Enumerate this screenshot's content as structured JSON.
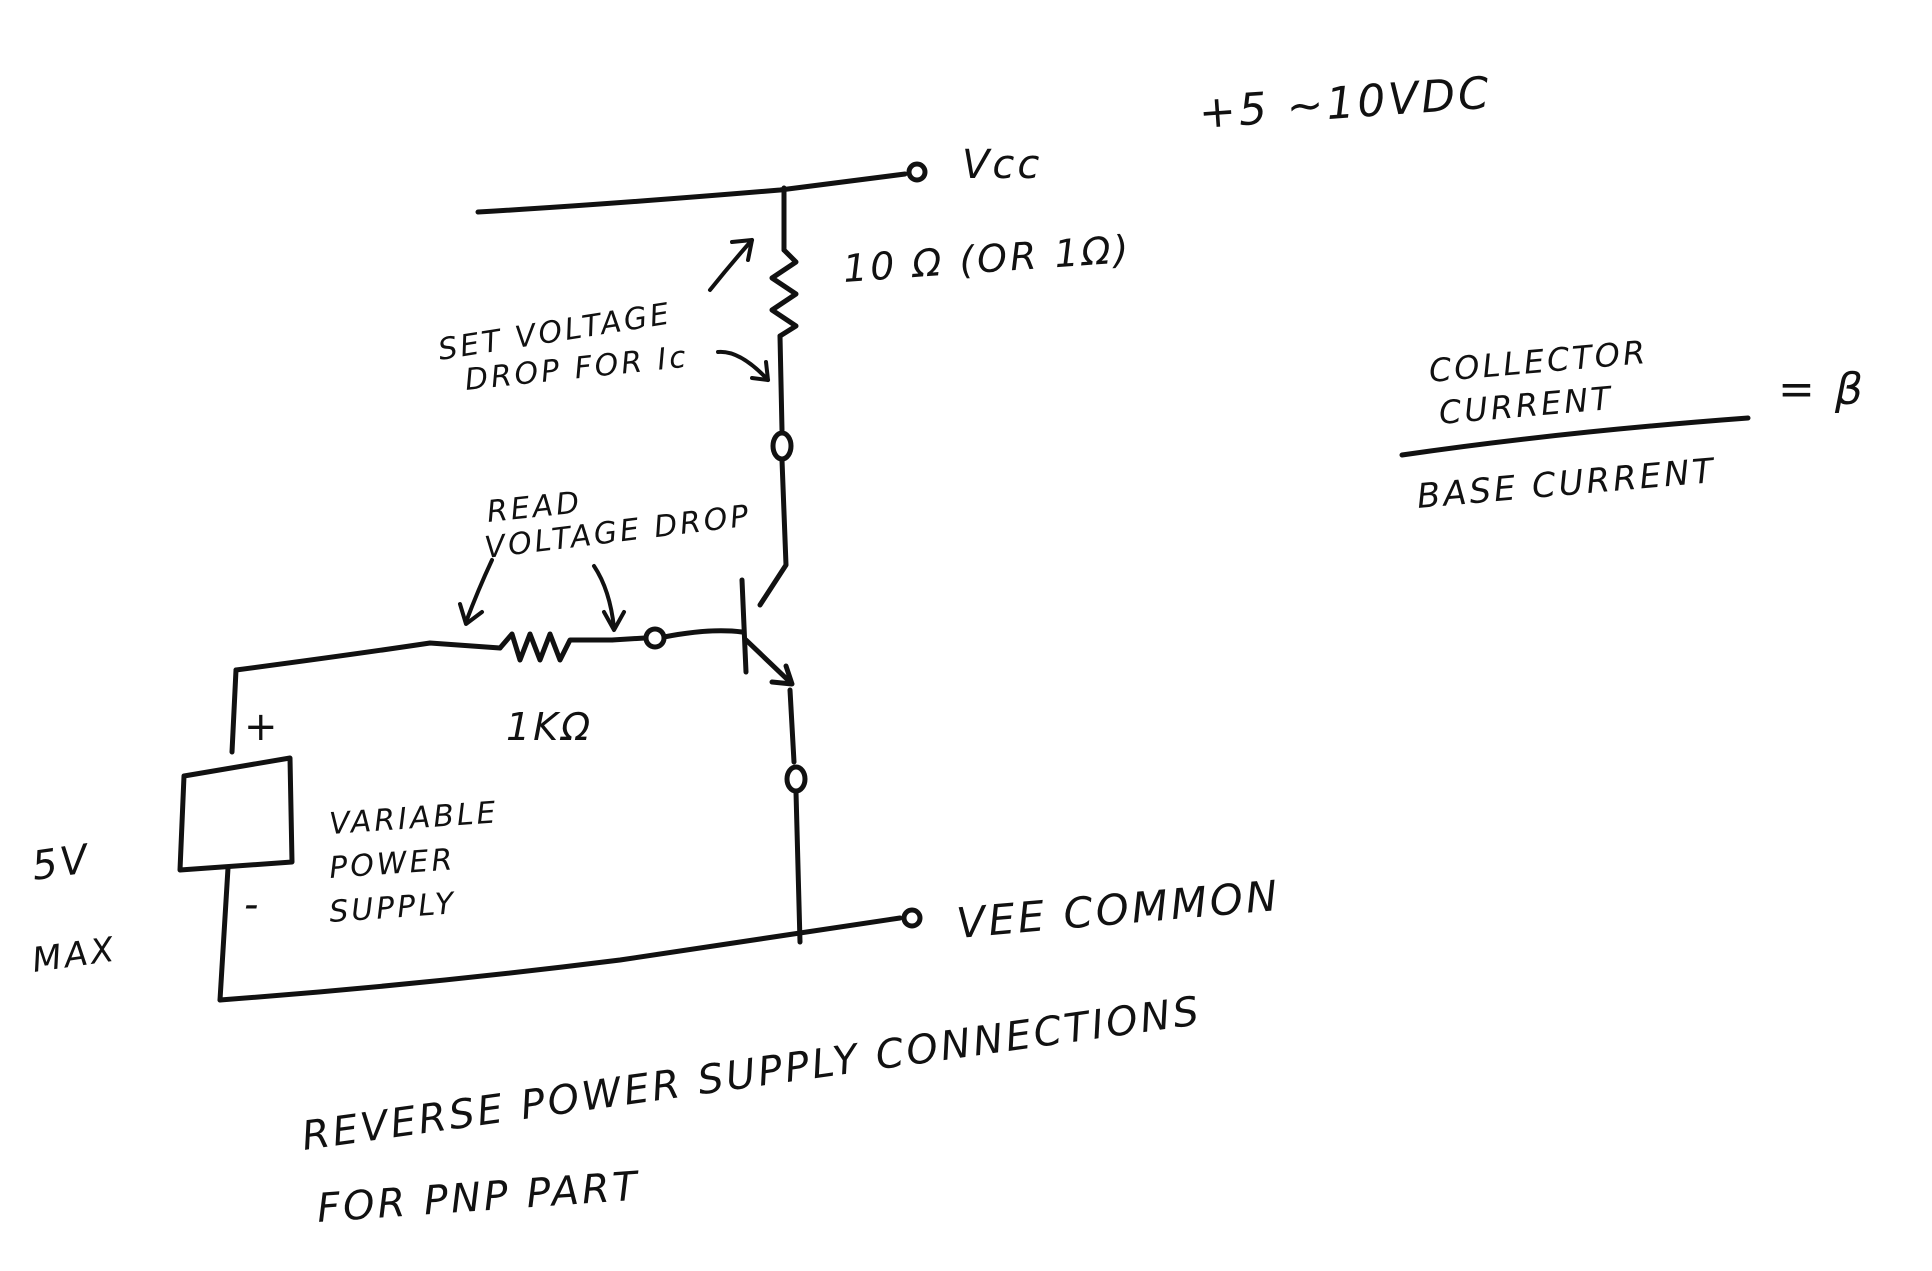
{
  "labels": {
    "vcc": "Vcc",
    "vcc_range": "+5 ~10VDC",
    "r_collector": "10 Ω (OR 1Ω)",
    "set_drop_1": "SET VOLTAGE",
    "set_drop_2": "DROP FOR Ic",
    "read_drop_1": "READ",
    "read_drop_2": "VOLTAGE DROP",
    "r_base": "1KΩ",
    "plus": "+",
    "minus": "-",
    "supply_1": "VARIABLE",
    "supply_2": "POWER",
    "supply_3": "SUPPLY",
    "max_1": "5V",
    "max_2": "MAX",
    "vee": "VEE COMMON",
    "beta_num_1": "COLLECTOR",
    "beta_num_2": "CURRENT",
    "beta_den": "BASE CURRENT",
    "beta_eq": "= β",
    "note_1": "REVERSE POWER SUPPLY CONNECTIONS",
    "note_2": "FOR PNP PART"
  },
  "colors": {
    "ink": "#111111",
    "paper": "#ffffff"
  }
}
